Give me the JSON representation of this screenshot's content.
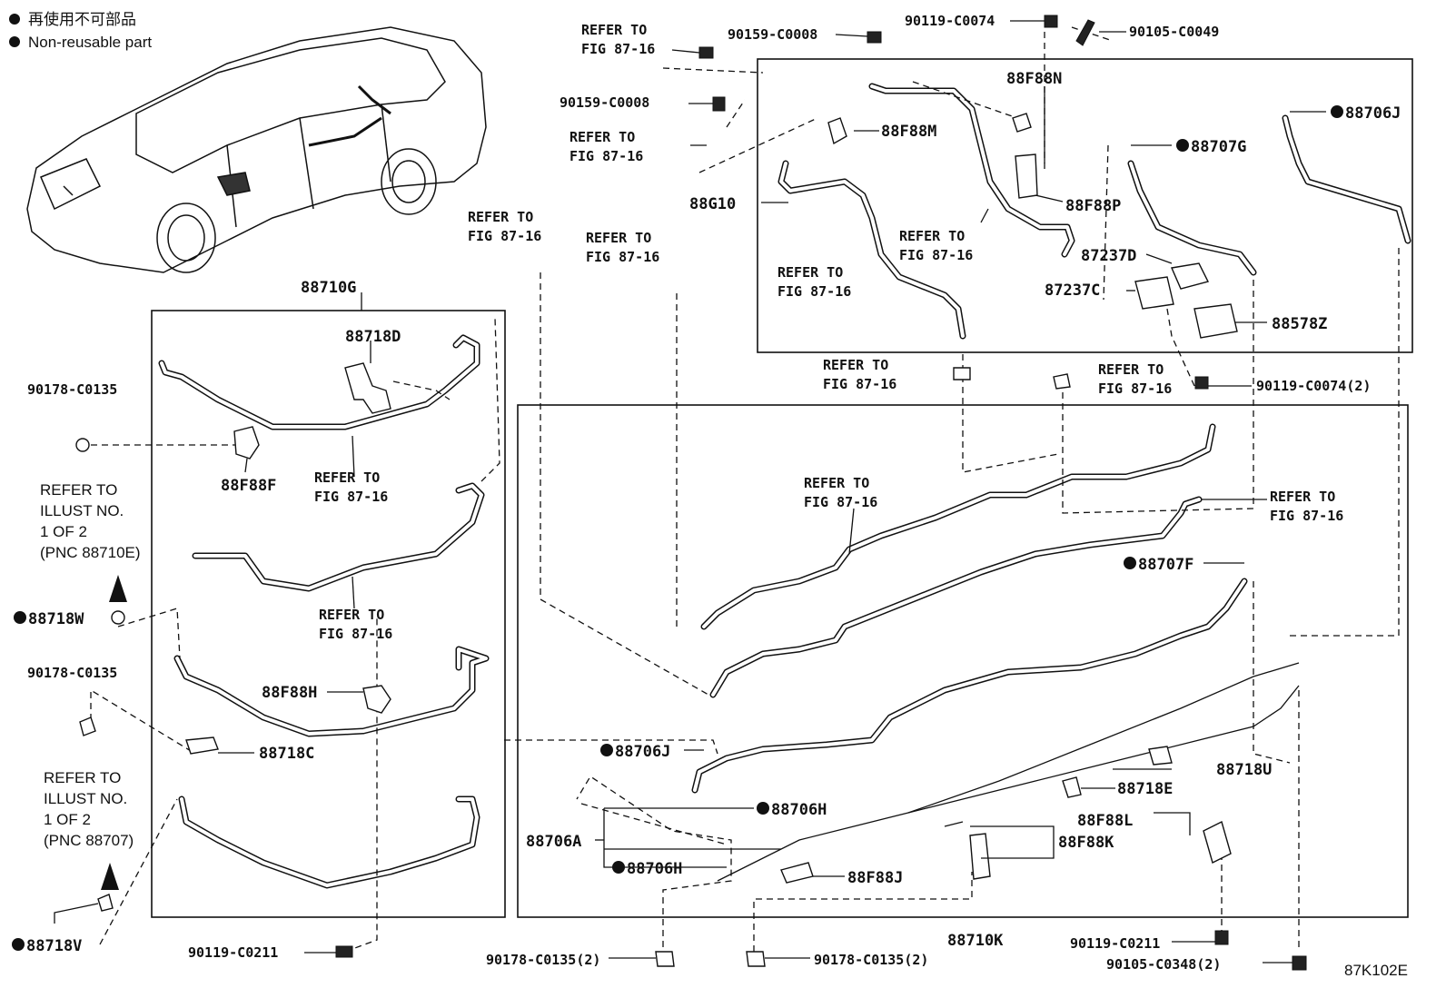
{
  "legend": {
    "line_jp": "再使用不可部品",
    "line_en": "Non-reusable part"
  },
  "labels": {
    "refer_to": "REFER TO",
    "fig_87_16": "FIG 87-16",
    "illust_no": "ILLUST NO.",
    "one_of_two": "1 OF 2",
    "pnc_88710e": "(PNC 88710E)",
    "pnc_88707": "(PNC 88707)"
  },
  "parts": {
    "p88710G": "88710G",
    "p88718D": "88718D",
    "p88F88F": "88F88F",
    "p90178_C0135_a": "90178-C0135",
    "p90178_C0135_b": "90178-C0135",
    "p88718W": "88718W",
    "p88F88H": "88F88H",
    "p88718C": "88718C",
    "p88718V": "88718V",
    "p90119_C0211_a": "90119-C0211",
    "p90159_C0008_a": "90159-C0008",
    "p90159_C0008_b": "90159-C0008",
    "p90119_C0074": "90119-C0074",
    "p90105_C0049": "90105-C0049",
    "p88F88N": "88F88N",
    "p88706J_a": "88706J",
    "p88F88M": "88F88M",
    "p88707G": "88707G",
    "p88G10": "88G10",
    "p88F88P": "88F88P",
    "p87237D": "87237D",
    "p87237C": "87237C",
    "p88578Z": "88578Z",
    "p90119_C0074_2": "90119-C0074(2)",
    "p88707F": "88707F",
    "p88706J_b": "88706J",
    "p88706A": "88706A",
    "p88706H_a": "88706H",
    "p88706H_b": "88706H",
    "p88718U": "88718U",
    "p88718E": "88718E",
    "p88F88L": "88F88L",
    "p88F88K": "88F88K",
    "p88F88J": "88F88J",
    "p88710K": "88710K",
    "p90178_C0135_2a": "90178-C0135(2)",
    "p90178_C0135_2b": "90178-C0135(2)",
    "p90119_C0211_b": "90119-C0211",
    "p90105_C0348_2": "90105-C0348(2)"
  },
  "figure_id": "87K102E"
}
